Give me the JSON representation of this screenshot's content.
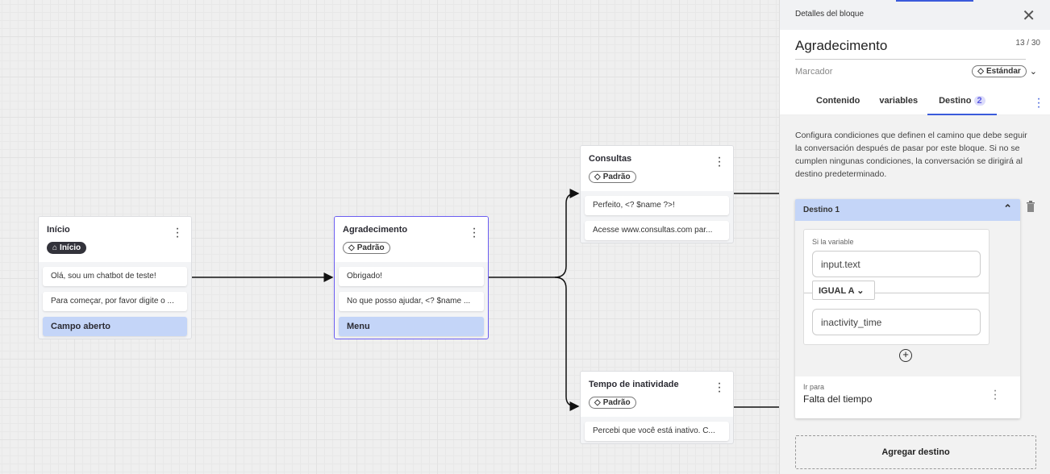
{
  "canvas": {
    "blocks": [
      {
        "title": "Início",
        "tag": "Início",
        "tag_icon": "home-icon",
        "items": [
          "Olá, sou um chatbot de teste!",
          "Para começar, por favor digite o ..."
        ],
        "input": "Campo aberto"
      },
      {
        "title": "Agradecimento",
        "tag": "Padrão",
        "tag_icon": "tag-icon",
        "items": [
          "Obrigado!",
          "No que posso ajudar, <? $name ..."
        ],
        "input": "Menu"
      },
      {
        "title": "Consultas",
        "tag": "Padrão",
        "tag_icon": "tag-icon",
        "items": [
          "Perfeito, <? $name ?>!",
          "Acesse www.consultas.com par..."
        ]
      },
      {
        "title": "Tempo de inatividade",
        "tag": "Padrão",
        "tag_icon": "tag-icon",
        "items": [
          "Percebi que você está inativo. C..."
        ]
      }
    ]
  },
  "panel": {
    "header": "Detalles del bloque",
    "name": "Agradecimento",
    "char_count": "13 / 30",
    "marker_label": "Marcador",
    "marker_value": "Estándar",
    "tabs": [
      {
        "label": "Contenido"
      },
      {
        "label": "variables"
      },
      {
        "label": "Destino",
        "badge": "2"
      }
    ],
    "description": "Configura condiciones que definen el camino que debe seguir la conversación después de pasar por este bloque. Si no se cumplen ningunas condiciones, la conversación se dirigirá al destino predeterminado.",
    "destination": {
      "title": "Destino 1",
      "if_label": "Si la variable",
      "variable": "input.text",
      "operator": "IGUAL A",
      "value": "inactivity_time",
      "goto_label": "Ir para",
      "goto_value": "Falta del tiempo"
    },
    "add_button": "Agregar destino"
  },
  "colors": {
    "accent": "#3b5bdb",
    "selected_border": "#6a5cf0",
    "input_block": "#c4d5f8"
  }
}
